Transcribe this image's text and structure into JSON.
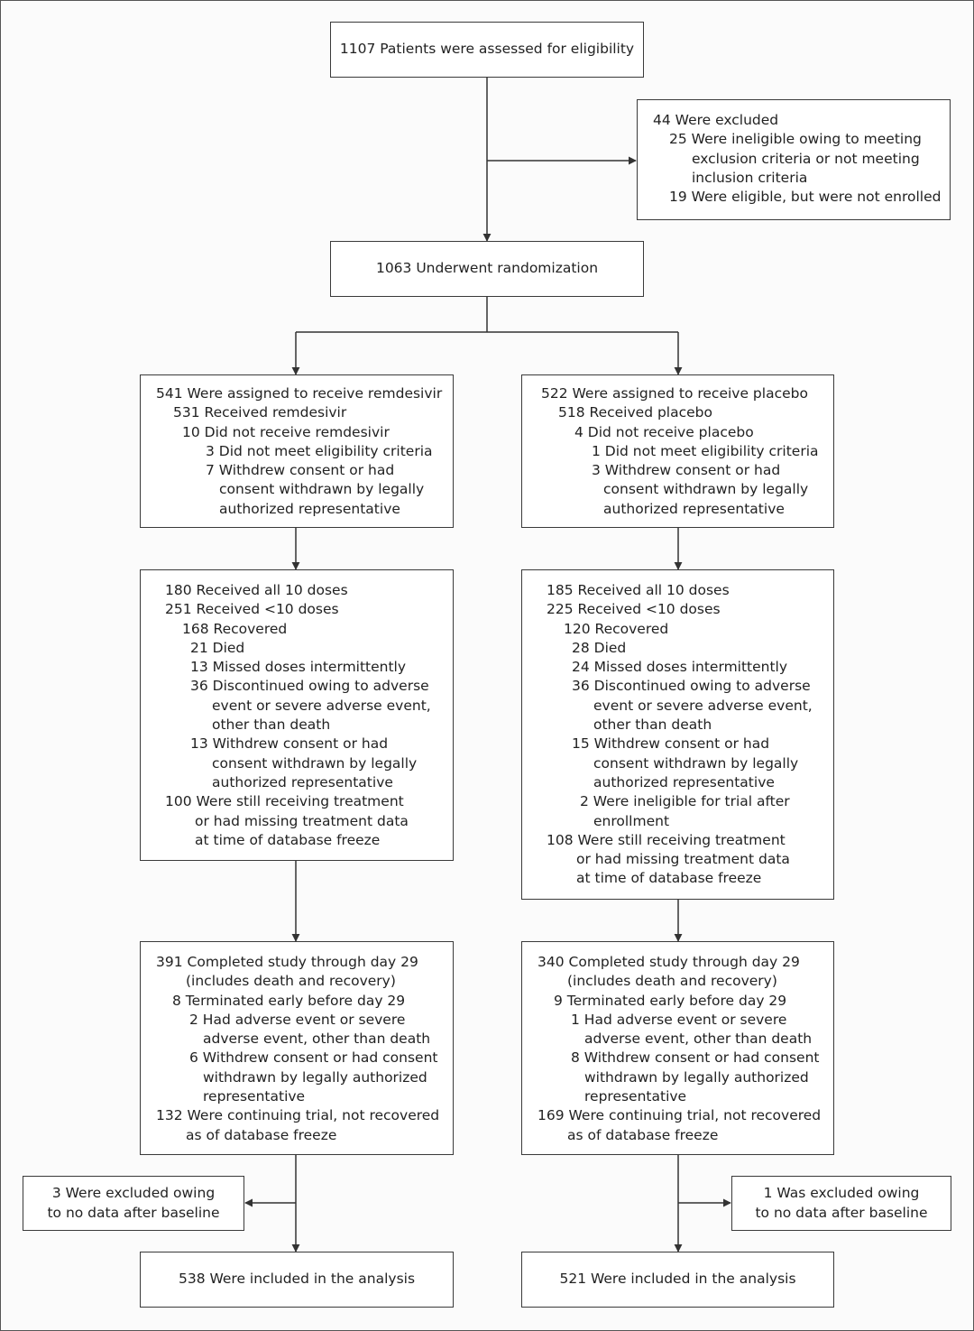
{
  "top": {
    "label": "1107 Patients were assessed for eligibility"
  },
  "excluded": {
    "lines": [
      "44 Were excluded",
      "25 Were ineligible owing to meeting",
      "exclusion criteria or not meeting",
      "inclusion criteria",
      "19 Were eligible, but were not enrolled"
    ]
  },
  "randomization": {
    "label": "1063 Underwent randomization"
  },
  "left": {
    "assigned": [
      "541 Were assigned to receive remdesivir",
      "531 Received remdesivir",
      "10 Did not receive remdesivir",
      "3 Did not meet eligibility criteria",
      "7 Withdrew consent or had",
      "consent withdrawn by legally",
      "authorized representative"
    ],
    "doses": [
      "180 Received all 10 doses",
      "251 Received <10 doses",
      "168 Recovered",
      "21 Died",
      "13 Missed doses intermittently",
      "36 Discontinued owing to adverse",
      "event or severe adverse event,",
      "other than death",
      "13 Withdrew consent or had",
      "consent withdrawn by legally",
      "authorized representative",
      "100 Were still receiving treatment",
      "or had missing treatment data",
      "at time of database freeze"
    ],
    "completed": [
      "391 Completed study through day 29",
      "(includes death and recovery)",
      "8 Terminated early before day 29",
      "2 Had adverse event or severe",
      "adverse event, other than death",
      "6 Withdrew consent or had consent",
      "withdrawn by legally authorized",
      "representative",
      "132 Were continuing trial, not recovered",
      "as of database freeze"
    ],
    "excluded": [
      "3 Were excluded owing",
      "to no data after baseline"
    ],
    "analysis": "538 Were included in the analysis"
  },
  "right": {
    "assigned": [
      "522 Were assigned to receive placebo",
      "518 Received placebo",
      "4 Did not receive placebo",
      "1 Did not meet eligibility criteria",
      "3 Withdrew consent or had",
      "consent withdrawn by legally",
      "authorized representative"
    ],
    "doses": [
      "185 Received all 10 doses",
      "225 Received <10 doses",
      "120 Recovered",
      "28 Died",
      "24 Missed doses intermittently",
      "36 Discontinued owing to adverse",
      "event or severe adverse event,",
      "other than death",
      "15 Withdrew consent or had",
      "consent withdrawn by legally",
      "authorized representative",
      "2 Were ineligible for trial after",
      "enrollment",
      "108 Were still receiving treatment",
      "or had missing treatment data",
      "at time of database freeze"
    ],
    "completed": [
      "340 Completed study through day 29",
      "(includes death and recovery)",
      "9 Terminated early before day 29",
      "1 Had adverse event or severe",
      "adverse event, other than death",
      "8 Withdrew consent or had consent",
      "withdrawn by legally authorized",
      "representative",
      "169 Were continuing trial, not recovered",
      "as of database freeze"
    ],
    "excluded": [
      "1 Was excluded owing",
      "to no data after baseline"
    ],
    "analysis": "521 Were included in the analysis"
  }
}
